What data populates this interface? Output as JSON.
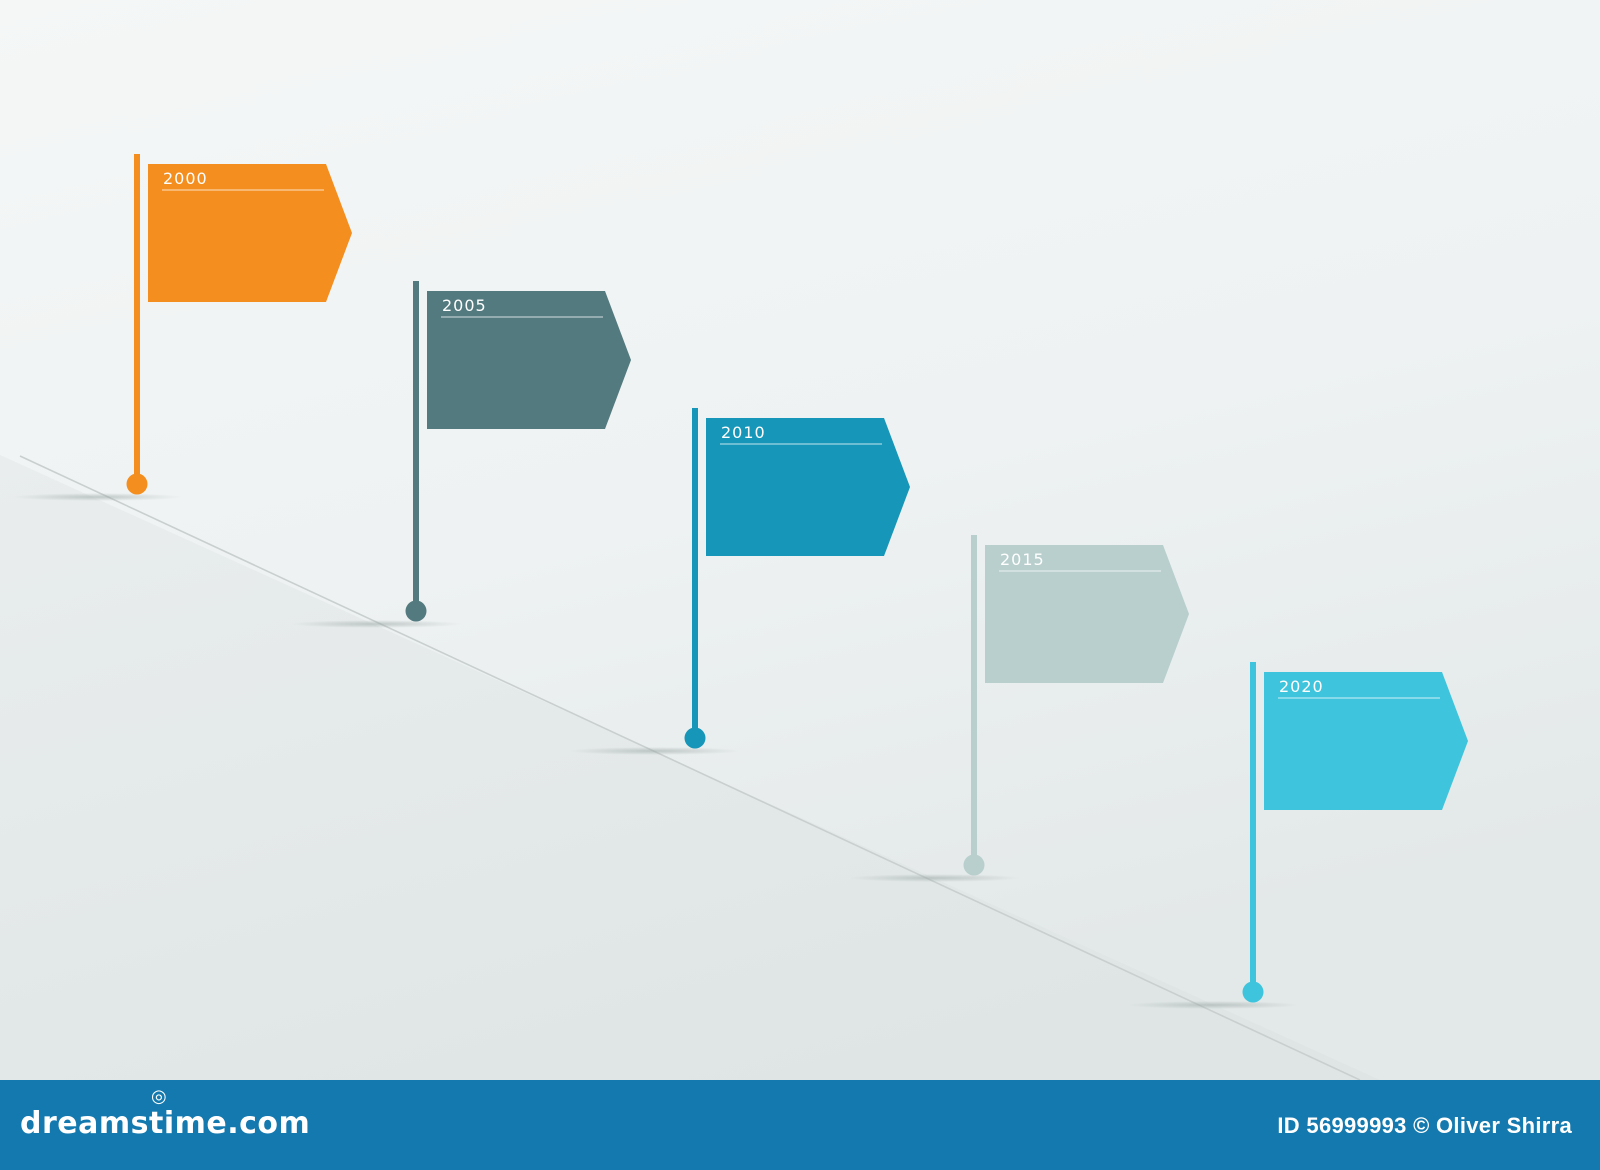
{
  "timeline": {
    "markers": [
      {
        "year": "2000",
        "color": "#f38e1f"
      },
      {
        "year": "2005",
        "color": "#537a7f"
      },
      {
        "year": "2010",
        "color": "#1696b8"
      },
      {
        "year": "2015",
        "color": "#b8cfcd"
      },
      {
        "year": "2020",
        "color": "#3ec4dc"
      }
    ],
    "line_color": "#c9cfcf"
  },
  "footer": {
    "brand": "dreamstime.com",
    "credit": "ID 56999993 © Oliver Shirra",
    "background": "#1479ae"
  }
}
